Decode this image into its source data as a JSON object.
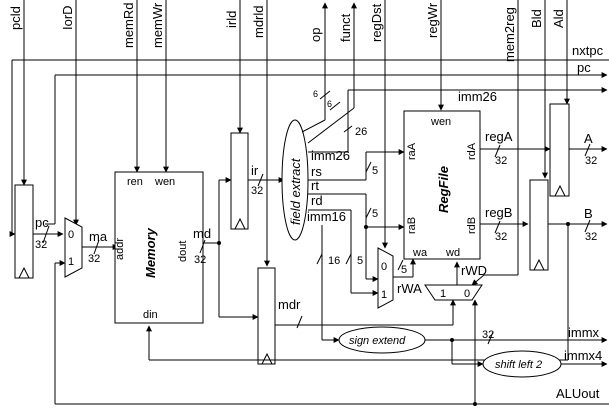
{
  "control": {
    "pcld": "pcld",
    "IorD": "IorD",
    "memRd": "memRd",
    "memWr": "memWr",
    "irld": "irld",
    "mdrld": "mdrld",
    "op": "op",
    "funct": "funct",
    "regDst": "regDst",
    "regWr": "regWr",
    "mem2reg": "mem2reg",
    "Bld": "Bld",
    "Ald": "Ald"
  },
  "outputs": {
    "nxtpc": "nxtpc",
    "pc": "pc",
    "imm26": "imm26",
    "A": "A",
    "B": "B",
    "immx": "immx",
    "immx4": "immx4",
    "ALUout": "ALUout"
  },
  "memory": {
    "title": "Memory",
    "ren": "ren",
    "wen": "wen",
    "addr": "addr",
    "dout": "dout",
    "din": "din"
  },
  "regfile": {
    "title": "RegFile",
    "wen": "wen",
    "raA": "raA",
    "rdA": "rdA",
    "raB": "raB",
    "rdB": "rdB",
    "wa": "wa",
    "wd": "wd"
  },
  "field_extract": {
    "title": "field extract",
    "imm26": "imm26",
    "rs": "rs",
    "rt": "rt",
    "rd": "rd",
    "imm16": "imm16"
  },
  "blocks": {
    "sign_extend": "sign extend",
    "shift_left_2": "shift left 2"
  },
  "signals": {
    "pc": "pc",
    "ma": "ma",
    "ir": "ir",
    "md": "md",
    "mdr": "mdr",
    "regA": "regA",
    "regB": "regB",
    "rWA": "rWA",
    "rWD": "rWD"
  },
  "mux_inputs": {
    "zero": "0",
    "one": "1"
  },
  "bus_widths": {
    "w32": "32",
    "w26": "26",
    "w16": "16",
    "w6": "6",
    "w5": "5"
  }
}
